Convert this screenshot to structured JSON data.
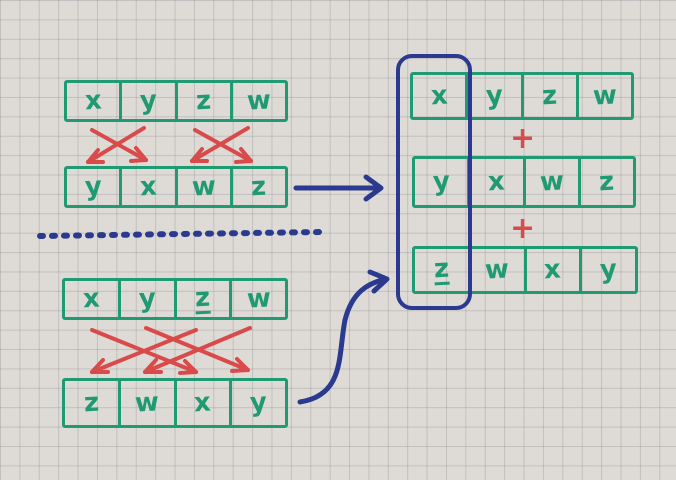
{
  "colors": {
    "grid_paper": "#dedbd6",
    "marker_green": "#1f9a72",
    "marker_red": "#d94a4a",
    "marker_blue": "#2b3a8f"
  },
  "left": {
    "pair1": {
      "top": [
        "x",
        "y",
        "z",
        "w"
      ],
      "bottom": [
        "y",
        "x",
        "w",
        "z"
      ]
    },
    "pair2": {
      "top": [
        "x",
        "y",
        "z",
        "w"
      ],
      "bottom": [
        "z",
        "w",
        "x",
        "y"
      ]
    }
  },
  "right": {
    "rows": [
      [
        "x",
        "y",
        "z",
        "w"
      ],
      [
        "y",
        "x",
        "w",
        "z"
      ],
      [
        "z",
        "w",
        "x",
        "y"
      ]
    ],
    "plus_sign": "+"
  }
}
